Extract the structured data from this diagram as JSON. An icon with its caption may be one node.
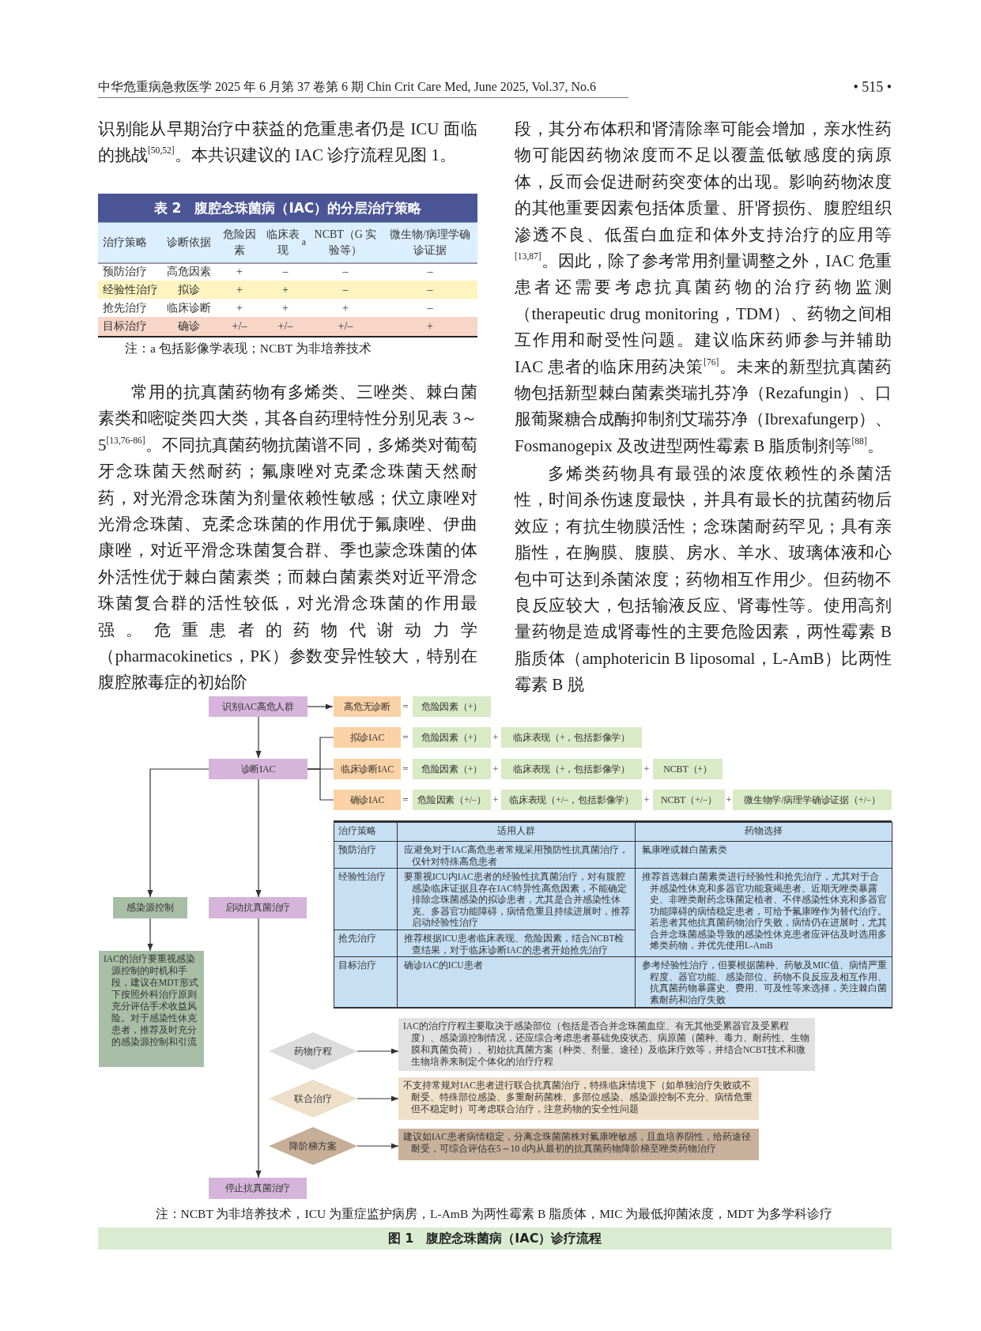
{
  "diagram": {
    "caption": "图 1　腹腔念珠菌病（IAC）诊疗流程",
    "nodes": [
      {
        "text": [
          "识别IAC高危人群"
        ]
      },
      {
        "text": [
          "高危无诊断"
        ]
      },
      {
        "text": [
          "危险因素（+）"
        ]
      },
      {
        "text": [
          "拟诊IAC"
        ]
      },
      {
        "text": [
          "危险因素（+）"
        ]
      },
      {
        "text": [
          "临床表现（+，包括影像学）"
        ]
      },
      {
        "text": [
          "诊断IAC"
        ]
      },
      {
        "text": [
          "临床诊断IAC"
        ]
      },
      {
        "text": [
          "危险因素（+）"
        ]
      },
      {
        "text": [
          "临床表现（+，包括影像学）"
        ]
      },
      {
        "text": [
          "NCBT（+）"
        ]
      },
      {
        "text": [
          "确诊IAC"
        ]
      },
      {
        "text": [
          "危险因素（+/−）"
        ]
      },
      {
        "text": [
          "临床表现（+/−，包括影像学）"
        ]
      },
      {
        "text": [
          "NCBT（+/−）"
        ]
      },
      {
        "text": [
          "微生物学/病理学确诊证据（+/−）"
        ]
      },
      {
        "text": [
          "感染源控制"
        ]
      },
      {
        "text": [
          "启动抗真菌治疗"
        ]
      },
      {
        "text": [
          "IAC的治疗要重视感染源控制的时机和手段，建议在MDT形式下按照外科治疗原则充分评估手术收益风险。对于感染性休克患者，推荐及时充分的感染源控制和引流"
        ]
      },
      {
        "text": [
          "药物疗程"
        ]
      },
      {
        "text": [
          "IAC的治疗疗程主要取决于感染部位（包括是否合并念珠菌血症、有无其他受累器官及受累程度）、感染源控制情况，还应综合考虑患者基础免疫状态、病原菌（菌种、毒力、耐药性、生物膜和真菌负荷）、初始抗真菌方案（种类、剂量、途径）及临床疗效等，并结合NCBT技术和微生物培养来制定个体化的治疗疗程"
        ]
      },
      {
        "text": [
          "联合治疗"
        ]
      },
      {
        "text": [
          "不支持常规对IAC患者进行联合抗真菌治疗，特殊临床情境下（如单独治疗失败或不耐受、特殊部位感染、多重耐药菌株、多部位感染、感染源控制不充分、病情危重但不稳定时）可考虑联合治疗，注意药物的安全性问题"
        ]
      },
      {
        "text": [
          "降阶梯方案"
        ]
      },
      {
        "text": [
          "建议如IAC患者病情稳定，分离念珠菌菌株对氟康唑敏感，且血培养阴性，给药途径耐受，可综合评估在5～10 d内从最初的抗真菌药物降阶梯至唑类药物治疗"
        ]
      },
      {
        "text": [
          "停止抗真菌治疗"
        ]
      }
    ],
    "edges": [
      {
        "from": 0,
        "to": 1,
        "arrow": "to"
      },
      {
        "from": 0,
        "to": 6,
        "arrow": "to"
      },
      {
        "from": 6,
        "to": 3,
        "arrow": "none"
      },
      {
        "from": 6,
        "to": 7,
        "arrow": "none"
      },
      {
        "from": 6,
        "to": 11,
        "arrow": "none"
      },
      {
        "from": 6,
        "to": 16,
        "arrow": "to"
      },
      {
        "from": 6,
        "to": 17,
        "arrow": "to"
      },
      {
        "from": 16,
        "to": 18,
        "arrow": "to"
      },
      {
        "from": 17,
        "to": 25,
        "arrow": "to"
      },
      {
        "from": 19,
        "to": 20,
        "arrow": "to"
      },
      {
        "from": 21,
        "to": 22,
        "arrow": "to"
      },
      {
        "from": 23,
        "to": 24,
        "arrow": "to"
      }
    ],
    "labels": [
      "中华危重病急救医学 2025 年 6 月第 37 卷第 6 期 Chin Crit Care Med, June 2025, Vol.37, No.6",
      "• 515 •",
      "识别能从早期治疗中获益的危重患者仍是 ICU 面临的挑战$^{[50,52]}$。本共识建议的 IAC 诊疗流程见图 1。",
      "表 2　腹腔念珠菌病（IAC）的分层治疗策略",
      "治疗策略",
      "诊断依据",
      "危险因素",
      "临床表现$^{a}$",
      "NCBT（G 实验等）",
      "微生物/病理学确诊证据",
      "预防治疗",
      "高危因素",
      "+",
      "–",
      "–",
      "–",
      "经验性治疗",
      "拟诊",
      "+",
      "+",
      "–",
      "–",
      "抢先治疗",
      "临床诊断",
      "+",
      "+",
      "+",
      "–",
      "目标治疗",
      "确诊",
      "+/–",
      "+/–",
      "+/–",
      "+",
      "注：a 包括影像学表现；NCBT 为非培养技术",
      "常用的抗真菌药物有多烯类、三唑类、棘白菌素类和嘧啶类四大类，其各自药理特性分别见表 3～5$^{[13,76-86]}$。不同抗真菌药物抗菌谱不同，多烯类对葡萄牙念珠菌天然耐药；氟康唑对克柔念珠菌天然耐药，对光滑念珠菌为剂量依赖性敏感；伏立康唑对光滑念珠菌、克柔念珠菌的作用优于氟康唑、伊曲康唑，对近平滑念珠菌复合群、季也蒙念珠菌的体外活性优于棘白菌素类；而棘白菌素类对近平滑念珠菌复合群的活性较低，对光滑念珠菌的作用最强。危重患者的药物代谢动力学（pharmacokinetics，PK）参数变异性较大，特别在腹腔脓毒症的初始阶",
      "段，其分布体积和肾清除率可能会增加，亲水性药物可能因药物浓度而不足以覆盖低敏感度的病原体，反而会促进耐药突变体的出现。影响药物浓度的其他重要因素包括体质量、肝肾损伤、腹腔组织渗透不良、低蛋白血症和体外支持治疗的应用等$^{[13,87]}$。因此，除了参考常用剂量调整之外，IAC 危重患者还需要考虑抗真菌药物的治疗药物监测（therapeutic drug monitoring，TDM）、药物之间相互作用和耐受性问题。建议临床药师参与并辅助 IAC 患者的临床用药决策$^{[76]}$。未来的新型抗真菌药物包括新型棘白菌素类瑞扎芬净（Rezafungin）、口服葡聚糖合成酶抑制剂艾瑞芬净（Ibrexafungerp）、Fosmanogepix 及改进型两性霉素 B 脂质制剂等$^{[88]}$。",
      "多烯类药物具有最强的浓度依赖性的杀菌活性，时间杀伤速度最快，并具有最长的抗菌药物后效应；有抗生物膜活性；念珠菌耐药罕见；具有亲脂性，在胸膜、腹膜、房水、羊水、玻璃体液和心包中可达到杀菌浓度；药物相互作用少。但药物不良反应较大，包括输液反应、肾毒性等。使用高剂量药物是造成肾毒性的主要危险因素，两性霉素 B 脂质体（amphotericin B liposomal，L-AmB）比两性霉素 B 脱",
      "=",
      "=",
      "+",
      "=",
      "+",
      "+",
      "=",
      "+",
      "+",
      "+",
      "治疗策略",
      "适用人群",
      "药物选择",
      "预防治疗",
      "应避免对于IAC高危患者常规采用预防性抗真菌治疗，仅针对特殊高危患者",
      "氟康唑或棘白菌素类",
      "经验性治疗",
      "要重视ICU内IAC患者的经验性抗真菌治疗，对有腹腔感染临床证据且存在IAC特异性高危因素，不能确定排除念珠菌感染的拟诊患者，尤其是合并感染性休克、多器官功能障碍，病情危重且持续进展时，推荐启动经验性治疗",
      "推荐首选棘白菌素类进行经验性和抢先治疗，尤其对于合并感染性休克和多器官功能衰竭患者、近期无唑类暴露史、非唑类耐药念珠菌定植者、不伴感染性休克和多器官功能障碍的病情稳定患者，可给予氟康唑作为替代治疗。若患者其他抗真菌药物治疗失败，病情仍在进展时，尤其合并念珠菌感染导致的感染性休克患者应评估及时选用多烯类药物，并优先使用L-AmB",
      "抢先治疗",
      "推荐根据ICU患者临床表现、危险因素，结合NCBT检查结果，对于临床诊断IAC的患者开始抢先治疗",
      "目标治疗",
      "确诊IAC的ICU患者",
      "参考经验性治疗，但要根据菌种、药敏及MIC值、病情严重程度、器官功能、感染部位、药物不良反应及相互作用、抗真菌药物暴露史、费用、可及性等来选择，关注棘白菌素耐药和治疗失败",
      "注：NCBT 为非培养技术，ICU 为重症监护病房，L-AmB 为两性霉素 B 脂质体，MIC 为最低抑菌浓度，MDT 为多学科诊疗"
    ]
  }
}
